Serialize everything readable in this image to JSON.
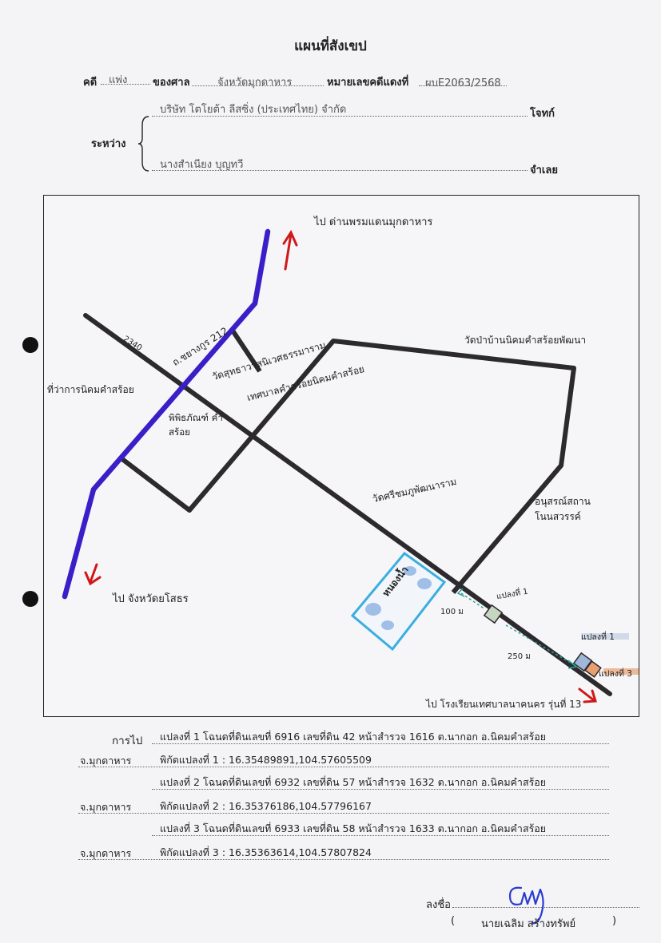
{
  "title": "แผนที่สังเขป",
  "header": {
    "case_label": "คดี",
    "case_type": "แพ่ง",
    "court_label": "ของศาล",
    "court_value": "จังหวัดมุกดาหาร",
    "red_no_label": "หมายเลขคดีแดงที่",
    "red_no_value": "ผบE2063/2568",
    "between_label": "ระหว่าง",
    "plaintiff_value": "บริษัท โตโยต้า ลีสซิ่ง (ประเทศไทย) จำกัด",
    "plaintiff_label": "โจทก์",
    "defendant_value": "นางสำเนียง บุญทวี",
    "defendant_label": "จำเลย"
  },
  "map": {
    "to_top": "ไป ด่านพรมแดนมุกดาหาร",
    "to_bottom_left": "ไป จังหวัดยโสธร",
    "to_bottom_right": "ไป โรงเรียนเทศบาลนาคนคร รุ่นที่ 13",
    "office": "ที่ว่าการนิคมคำสร้อย",
    "road_km": "2340",
    "road_name": "ถ.ชยางกูร 212",
    "wat_sukha": "วัดสุทธาวาสนิเวศธรรมาราม",
    "school": "เทศบาลคำสร้อยนิคมคำสร้อย",
    "museum": "พิพิธภัณฑ์ คำสร้อย",
    "wat_top_right": "วัดป่าบ้านนิคมคำสร้อยพัฒนา",
    "wat_center": "วัดศรีชมภูพัฒนาราม",
    "park": "อนุสรณ์สถาน โนนสวรรค์",
    "pond": "หนองน้ำ",
    "dist_100": "100 ม",
    "dist_250": "250 ม",
    "plot_top": "แปลงที่ 1",
    "plot_1": "แปลงที่ 1",
    "plot_3": "แปลงที่ 3"
  },
  "directions": {
    "label": "การไป",
    "province": "จ.มุกดาหาร",
    "rows": [
      "แปลงที่ 1 โฉนดที่ดินเลขที่ 6916 เลขที่ดิน 42 หน้าสำรวจ 1616 ต.นากอก อ.นิคมคำสร้อย",
      "พิกัดแปลงที่ 1 : 16.35489891,104.57605509",
      "แปลงที่ 2 โฉนดที่ดินเลขที่ 6932 เลขที่ดิน 57 หน้าสำรวจ 1632 ต.นากอก อ.นิคมคำสร้อย",
      "พิกัดแปลงที่ 2 : 16.35376186,104.57796167",
      "แปลงที่ 3 โฉนดที่ดินเลขที่ 6933 เลขที่ดิน 58 หน้าสำรวจ 1633 ต.นากอก อ.นิคมคำสร้อย",
      "พิกัดแปลงที่ 3 : 16.35363614,104.57807824"
    ]
  },
  "signature": {
    "sign_label": "ลงชื่อ",
    "open_paren": "(",
    "name": "นายเฉลิม สร้างทรัพย์",
    "close_paren": ")"
  },
  "colors": {
    "highway": "#3a1fc8",
    "road": "#2d2a2e",
    "arrow": "#d01818",
    "pond": "#3aaee0",
    "plot_fill": "#9fb7d8",
    "plot3_fill": "#e8a070",
    "distance": "#2aa39a",
    "signature": "#2b3bd0"
  }
}
